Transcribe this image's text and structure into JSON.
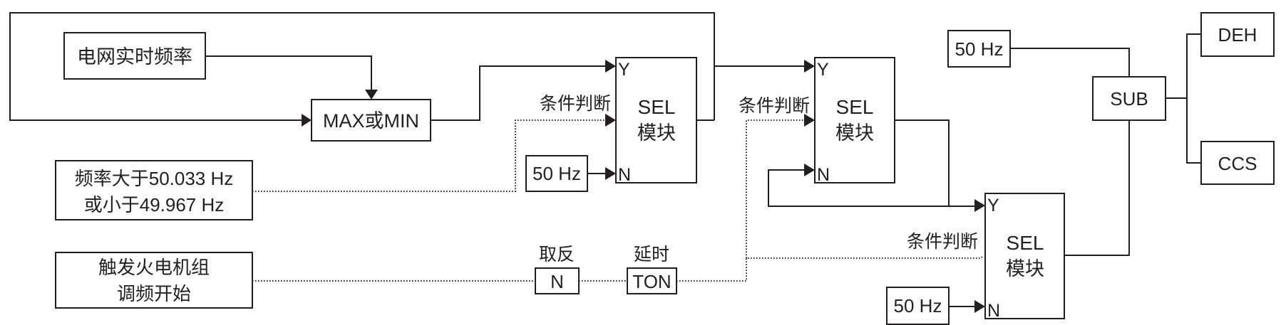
{
  "diagram": {
    "title": "",
    "nodes": {
      "grid_freq": {
        "label": "电网实时频率"
      },
      "max_min": {
        "label": "MAX或MIN"
      },
      "freq_condition": {
        "line1": "频率大于50.033 Hz",
        "line2": "或小于49.967 Hz"
      },
      "trigger": {
        "line1": "触发火电机组",
        "line2": "调频开始"
      },
      "sel1": {
        "line1": "SEL",
        "line2": "模块",
        "port_y": "Y",
        "port_n": "N",
        "cond_label": "条件判断"
      },
      "sel2": {
        "line1": "SEL",
        "line2": "模块",
        "port_y": "Y",
        "port_n": "N",
        "cond_label": "条件判断"
      },
      "sel3": {
        "line1": "SEL",
        "line2": "模块",
        "port_y": "Y",
        "port_n": "N",
        "cond_label": "条件判断"
      },
      "hz_sel1": {
        "label": "50 Hz"
      },
      "hz_sel3": {
        "label": "50 Hz"
      },
      "hz_sub": {
        "label": "50 Hz"
      },
      "not_block": {
        "label": "N",
        "caption": "取反"
      },
      "ton_block": {
        "label": "TON",
        "caption": "延时"
      },
      "sub": {
        "label": "SUB"
      },
      "deh": {
        "label": "DEH"
      },
      "ccs": {
        "label": "CCS"
      }
    },
    "edges": [
      {
        "from": "grid_freq",
        "to": "max_min",
        "style": "solid"
      },
      {
        "from": "sel1",
        "to": "max_min",
        "style": "solid",
        "note": "feedback loop"
      },
      {
        "from": "max_min",
        "to": "sel1.Y",
        "style": "solid"
      },
      {
        "from": "freq_condition",
        "to": "sel1.condition",
        "style": "dotted"
      },
      {
        "from": "hz_sel1",
        "to": "sel1.N",
        "style": "solid"
      },
      {
        "from": "sel1",
        "to": "sel2.Y",
        "style": "solid"
      },
      {
        "from": "ton_block",
        "to": "sel2.condition",
        "style": "dotted"
      },
      {
        "from": "sel2",
        "to": "sel2.N",
        "style": "solid",
        "note": "feedback loop"
      },
      {
        "from": "sel2",
        "to": "sel3.Y",
        "style": "solid"
      },
      {
        "from": "ton_block",
        "to": "sel3.condition",
        "style": "dotted"
      },
      {
        "from": "hz_sel3",
        "to": "sel3.N",
        "style": "solid"
      },
      {
        "from": "trigger",
        "to": "not_block",
        "style": "dotted"
      },
      {
        "from": "not_block",
        "to": "ton_block",
        "style": "dotted"
      },
      {
        "from": "hz_sub",
        "to": "sub",
        "style": "solid"
      },
      {
        "from": "sel3",
        "to": "sub",
        "style": "solid"
      },
      {
        "from": "sub",
        "to": "deh",
        "style": "solid"
      },
      {
        "from": "sub",
        "to": "ccs",
        "style": "solid"
      }
    ]
  }
}
